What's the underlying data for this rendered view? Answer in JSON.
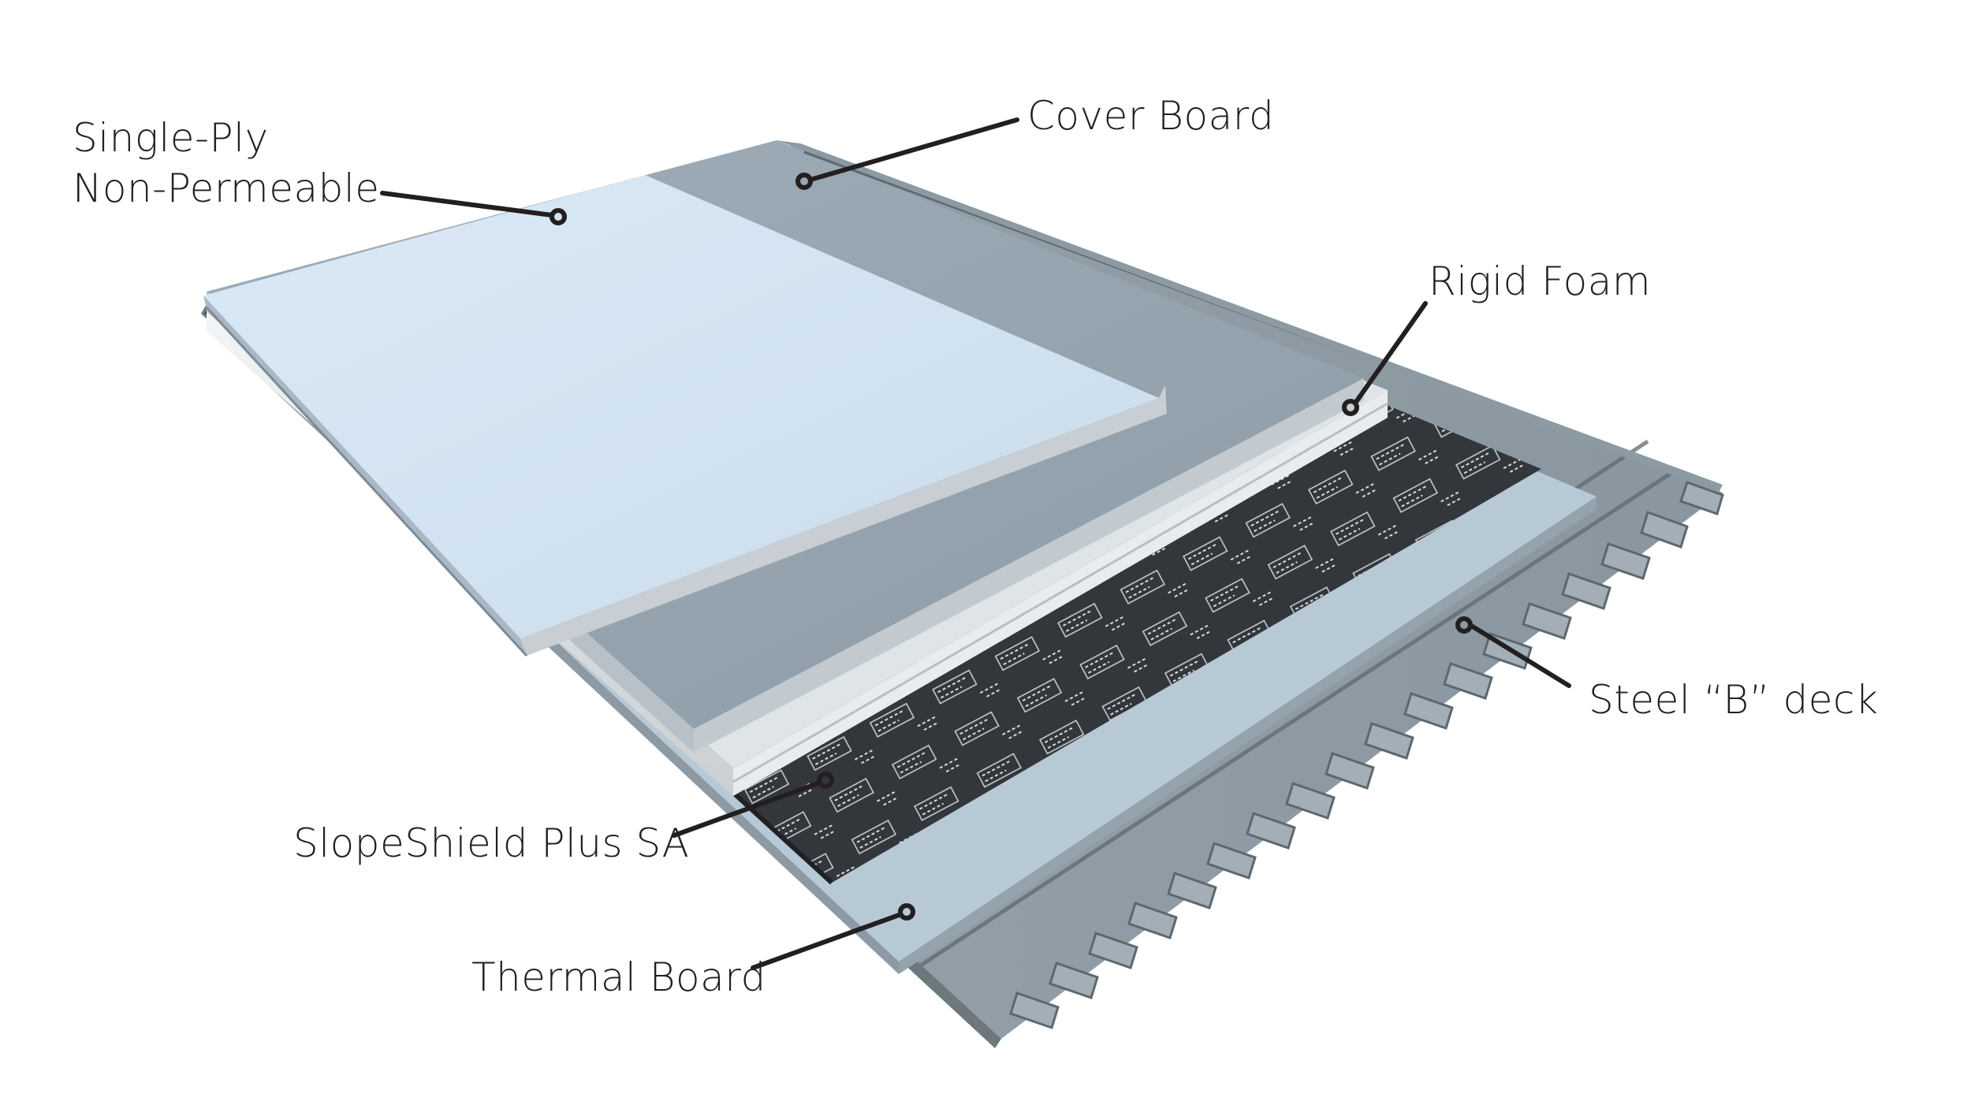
{
  "diagram": {
    "type": "roof-assembly-cutaway",
    "layers_top_to_bottom": [
      {
        "id": "single-ply",
        "label_lines": [
          "Single-Ply",
          "Non-Permeable"
        ],
        "color": "#d2e4f2"
      },
      {
        "id": "cover-board",
        "label_lines": [
          "Cover Board"
        ],
        "color": "#97a6b1"
      },
      {
        "id": "rigid-foam",
        "label_lines": [
          "Rigid Foam"
        ],
        "color": "#e4e8ea"
      },
      {
        "id": "slopeshield",
        "label_lines": [
          "SlopeShield Plus SA"
        ],
        "color": "#33373b"
      },
      {
        "id": "thermal-board",
        "label_lines": [
          "Thermal Board"
        ],
        "color": "#b8c9d6"
      },
      {
        "id": "steel-deck",
        "label_lines": [
          "Steel “B” deck"
        ],
        "color": "#8e9aa3"
      }
    ]
  },
  "callouts": {
    "single_ply": {
      "line1": "Single-Ply",
      "line2": "Non-Permeable"
    },
    "cover_board": {
      "text": "Cover Board"
    },
    "rigid_foam": {
      "text": "Rigid Foam"
    },
    "steel_deck": {
      "text": "Steel “B” deck"
    },
    "slopeshield": {
      "text": "SlopeShield Plus SA"
    },
    "thermal_board": {
      "text": "Thermal Board"
    }
  },
  "colors": {
    "text": "#231f20",
    "leader": "#231f20",
    "membrane": "#d2e4f2",
    "cover_board": "#97a6b1",
    "foam": "#e4e8ea",
    "underlayment": "#33373b",
    "thermal_board": "#b8c9d6",
    "deck": "#8e9aa3"
  }
}
